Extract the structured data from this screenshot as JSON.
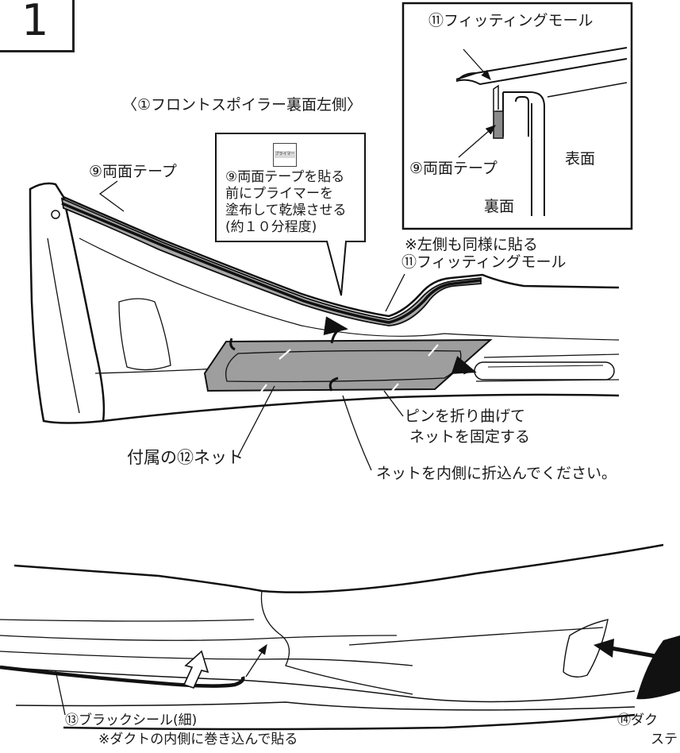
{
  "step": {
    "number": "1"
  },
  "top": {
    "title": "〈①フロントスポイラー裏面左側〉",
    "tape_label": "⑨両面テープ",
    "primer_note": [
      "⑨両面テープを貼る",
      "前にプライマーを",
      "塗布して乾燥させる",
      "(約１０分程度)"
    ],
    "primer_card_text": "プライマー",
    "same_left": "※左側も同様に貼る",
    "molding_label": "⑪フィッティングモール",
    "pin_note": [
      "ピンを折り曲げて",
      "ネットを固定する"
    ],
    "net_label": "付属の⑫ネット",
    "fold_note": "ネットを内側に折込んでください。"
  },
  "inset": {
    "molding_label": "⑪フィッティングモール",
    "tape_label": "⑨両面テープ",
    "front_label": "表面",
    "back_label": "裏面"
  },
  "bottom": {
    "seal_label": "⑬ブラックシール(細)",
    "seal_note": "※ダクトの内側に巻き込んで貼る",
    "duct_label": "⑭ダク",
    "duct_label_2": "ステ"
  }
}
